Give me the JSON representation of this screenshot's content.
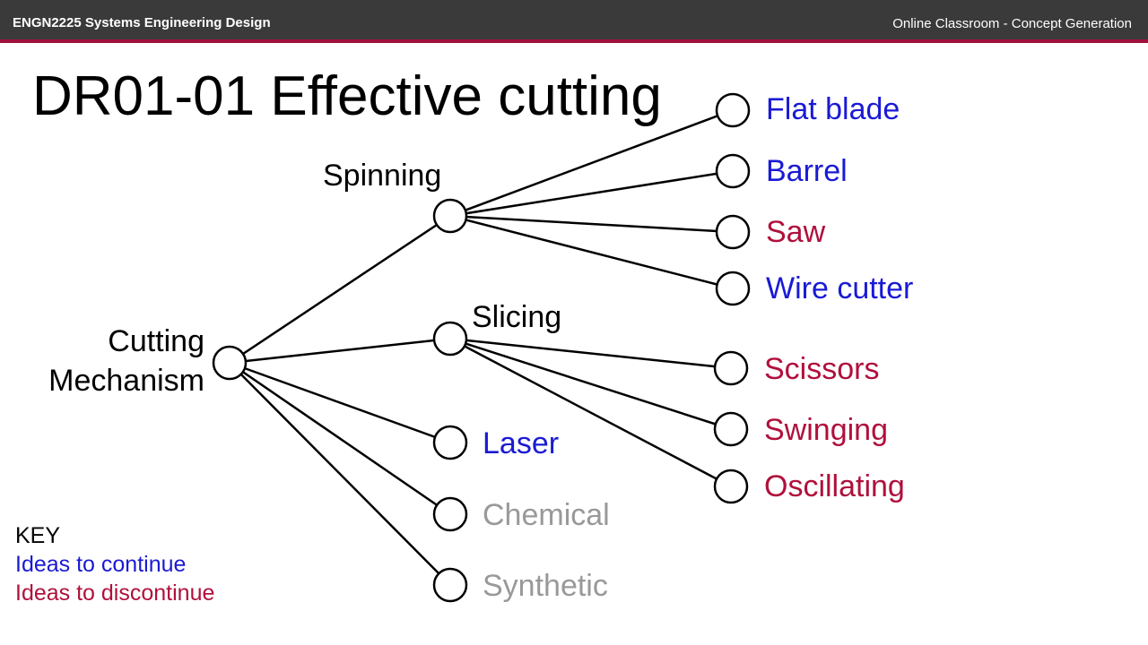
{
  "header": {
    "course": "ENGN2225 Systems Engineering Design",
    "context": "Online Classroom - Concept Generation"
  },
  "slide": {
    "title": "DR01-01 Effective cutting"
  },
  "colors": {
    "continue": "#1a1ad4",
    "discontinue": "#b0103c",
    "neutral": "#000000",
    "inactive": "#999999",
    "topbar": "#3a3a3a",
    "accent": "#a0103a"
  },
  "tree": {
    "root": {
      "id": "root",
      "label_lines": [
        "Cutting",
        "Mechanism"
      ],
      "status": "neutral"
    },
    "branches": [
      {
        "id": "spinning",
        "label": "Spinning",
        "status": "neutral",
        "parent": "root"
      },
      {
        "id": "slicing",
        "label": "Slicing",
        "status": "neutral",
        "parent": "root"
      },
      {
        "id": "laser",
        "label": "Laser",
        "status": "continue",
        "parent": "root"
      },
      {
        "id": "chemical",
        "label": "Chemical",
        "status": "inactive",
        "parent": "root"
      },
      {
        "id": "synthetic",
        "label": "Synthetic",
        "status": "inactive",
        "parent": "root"
      },
      {
        "id": "flat-blade",
        "label": "Flat blade",
        "status": "continue",
        "parent": "spinning"
      },
      {
        "id": "barrel",
        "label": "Barrel",
        "status": "continue",
        "parent": "spinning"
      },
      {
        "id": "saw",
        "label": "Saw",
        "status": "discontinue",
        "parent": "spinning"
      },
      {
        "id": "wire-cutter",
        "label": "Wire cutter",
        "status": "continue",
        "parent": "spinning"
      },
      {
        "id": "scissors",
        "label": "Scissors",
        "status": "discontinue",
        "parent": "slicing"
      },
      {
        "id": "swinging",
        "label": "Swinging",
        "status": "discontinue",
        "parent": "slicing"
      },
      {
        "id": "oscillating",
        "label": "Oscillating",
        "status": "discontinue",
        "parent": "slicing"
      }
    ]
  },
  "key": {
    "heading": "KEY",
    "continue_label": "Ideas to continue",
    "discontinue_label": "Ideas to discontinue"
  }
}
